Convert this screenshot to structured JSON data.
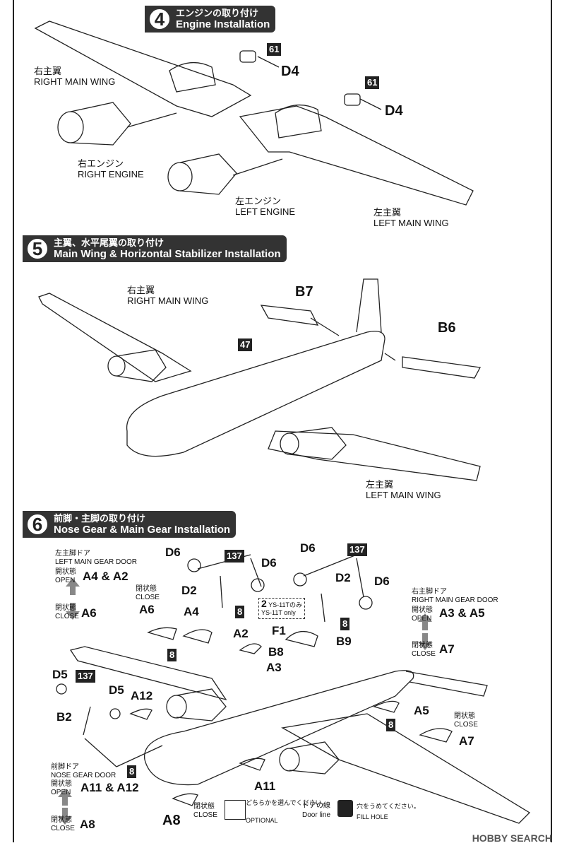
{
  "step4": {
    "num": "4",
    "jp": "エンジンの取り付け",
    "en": "Engine Installation"
  },
  "step5": {
    "num": "5",
    "jp": "主翼、水平尾翼の取り付け",
    "en": "Main Wing & Horizontal Stabilizer Installation"
  },
  "step6": {
    "num": "6",
    "jp": "前脚・主脚の取り付け",
    "en": "Nose Gear & Main Gear Installation"
  },
  "s4": {
    "right_wing_jp": "右主翼",
    "right_wing_en": "RIGHT MAIN WING",
    "right_engine_jp": "右エンジン",
    "right_engine_en": "RIGHT ENGINE",
    "left_engine_jp": "左エンジン",
    "left_engine_en": "LEFT ENGINE",
    "left_wing_jp": "左主翼",
    "left_wing_en": "LEFT MAIN WING",
    "part61": "61",
    "partD4": "D4"
  },
  "s5": {
    "right_wing_jp": "右主翼",
    "right_wing_en": "RIGHT MAIN WING",
    "left_wing_jp": "左主翼",
    "left_wing_en": "LEFT MAIN WING",
    "B7": "B7",
    "B6": "B6",
    "p47": "47"
  },
  "s6": {
    "lgd_jp": "左主脚ドア",
    "lgd_en": "LEFT MAIN GEAR DOOR",
    "open_jp": "開状態",
    "open_en": "OPEN",
    "close_jp": "閉状態",
    "close_en": "CLOSE",
    "A4A2": "A4 & A2",
    "A6": "A6",
    "A4": "A4",
    "A2": "A2",
    "rgd_jp": "右主脚ドア",
    "rgd_en": "RIGHT MAIN GEAR DOOR",
    "A3A5": "A3 & A5",
    "A7": "A7",
    "A5": "A5",
    "A3": "A3",
    "D6": "D6",
    "D2": "D2",
    "p137": "137",
    "p8": "8",
    "D5": "D5",
    "B2": "B2",
    "A12": "A12",
    "ngd_jp": "前脚ドア",
    "ngd_en": "NOSE GEAR DOOR",
    "A11A12": "A11 & A12",
    "A8": "A8",
    "A11": "A11",
    "F1": "F1",
    "B8": "B8",
    "B9": "B9",
    "ys_num": "2",
    "ys_jp": "YS-11Tのみ",
    "ys_en": "YS-11T only",
    "opt_jp": "どちらかを選んでください。",
    "opt_en": "OPTIONAL",
    "door_jp": "ドアの線",
    "door_en": "Door line",
    "fill_jp": "穴をうめてください。",
    "fill_en": "FILL HOLE"
  },
  "watermark": "HOBBY SEARCH"
}
